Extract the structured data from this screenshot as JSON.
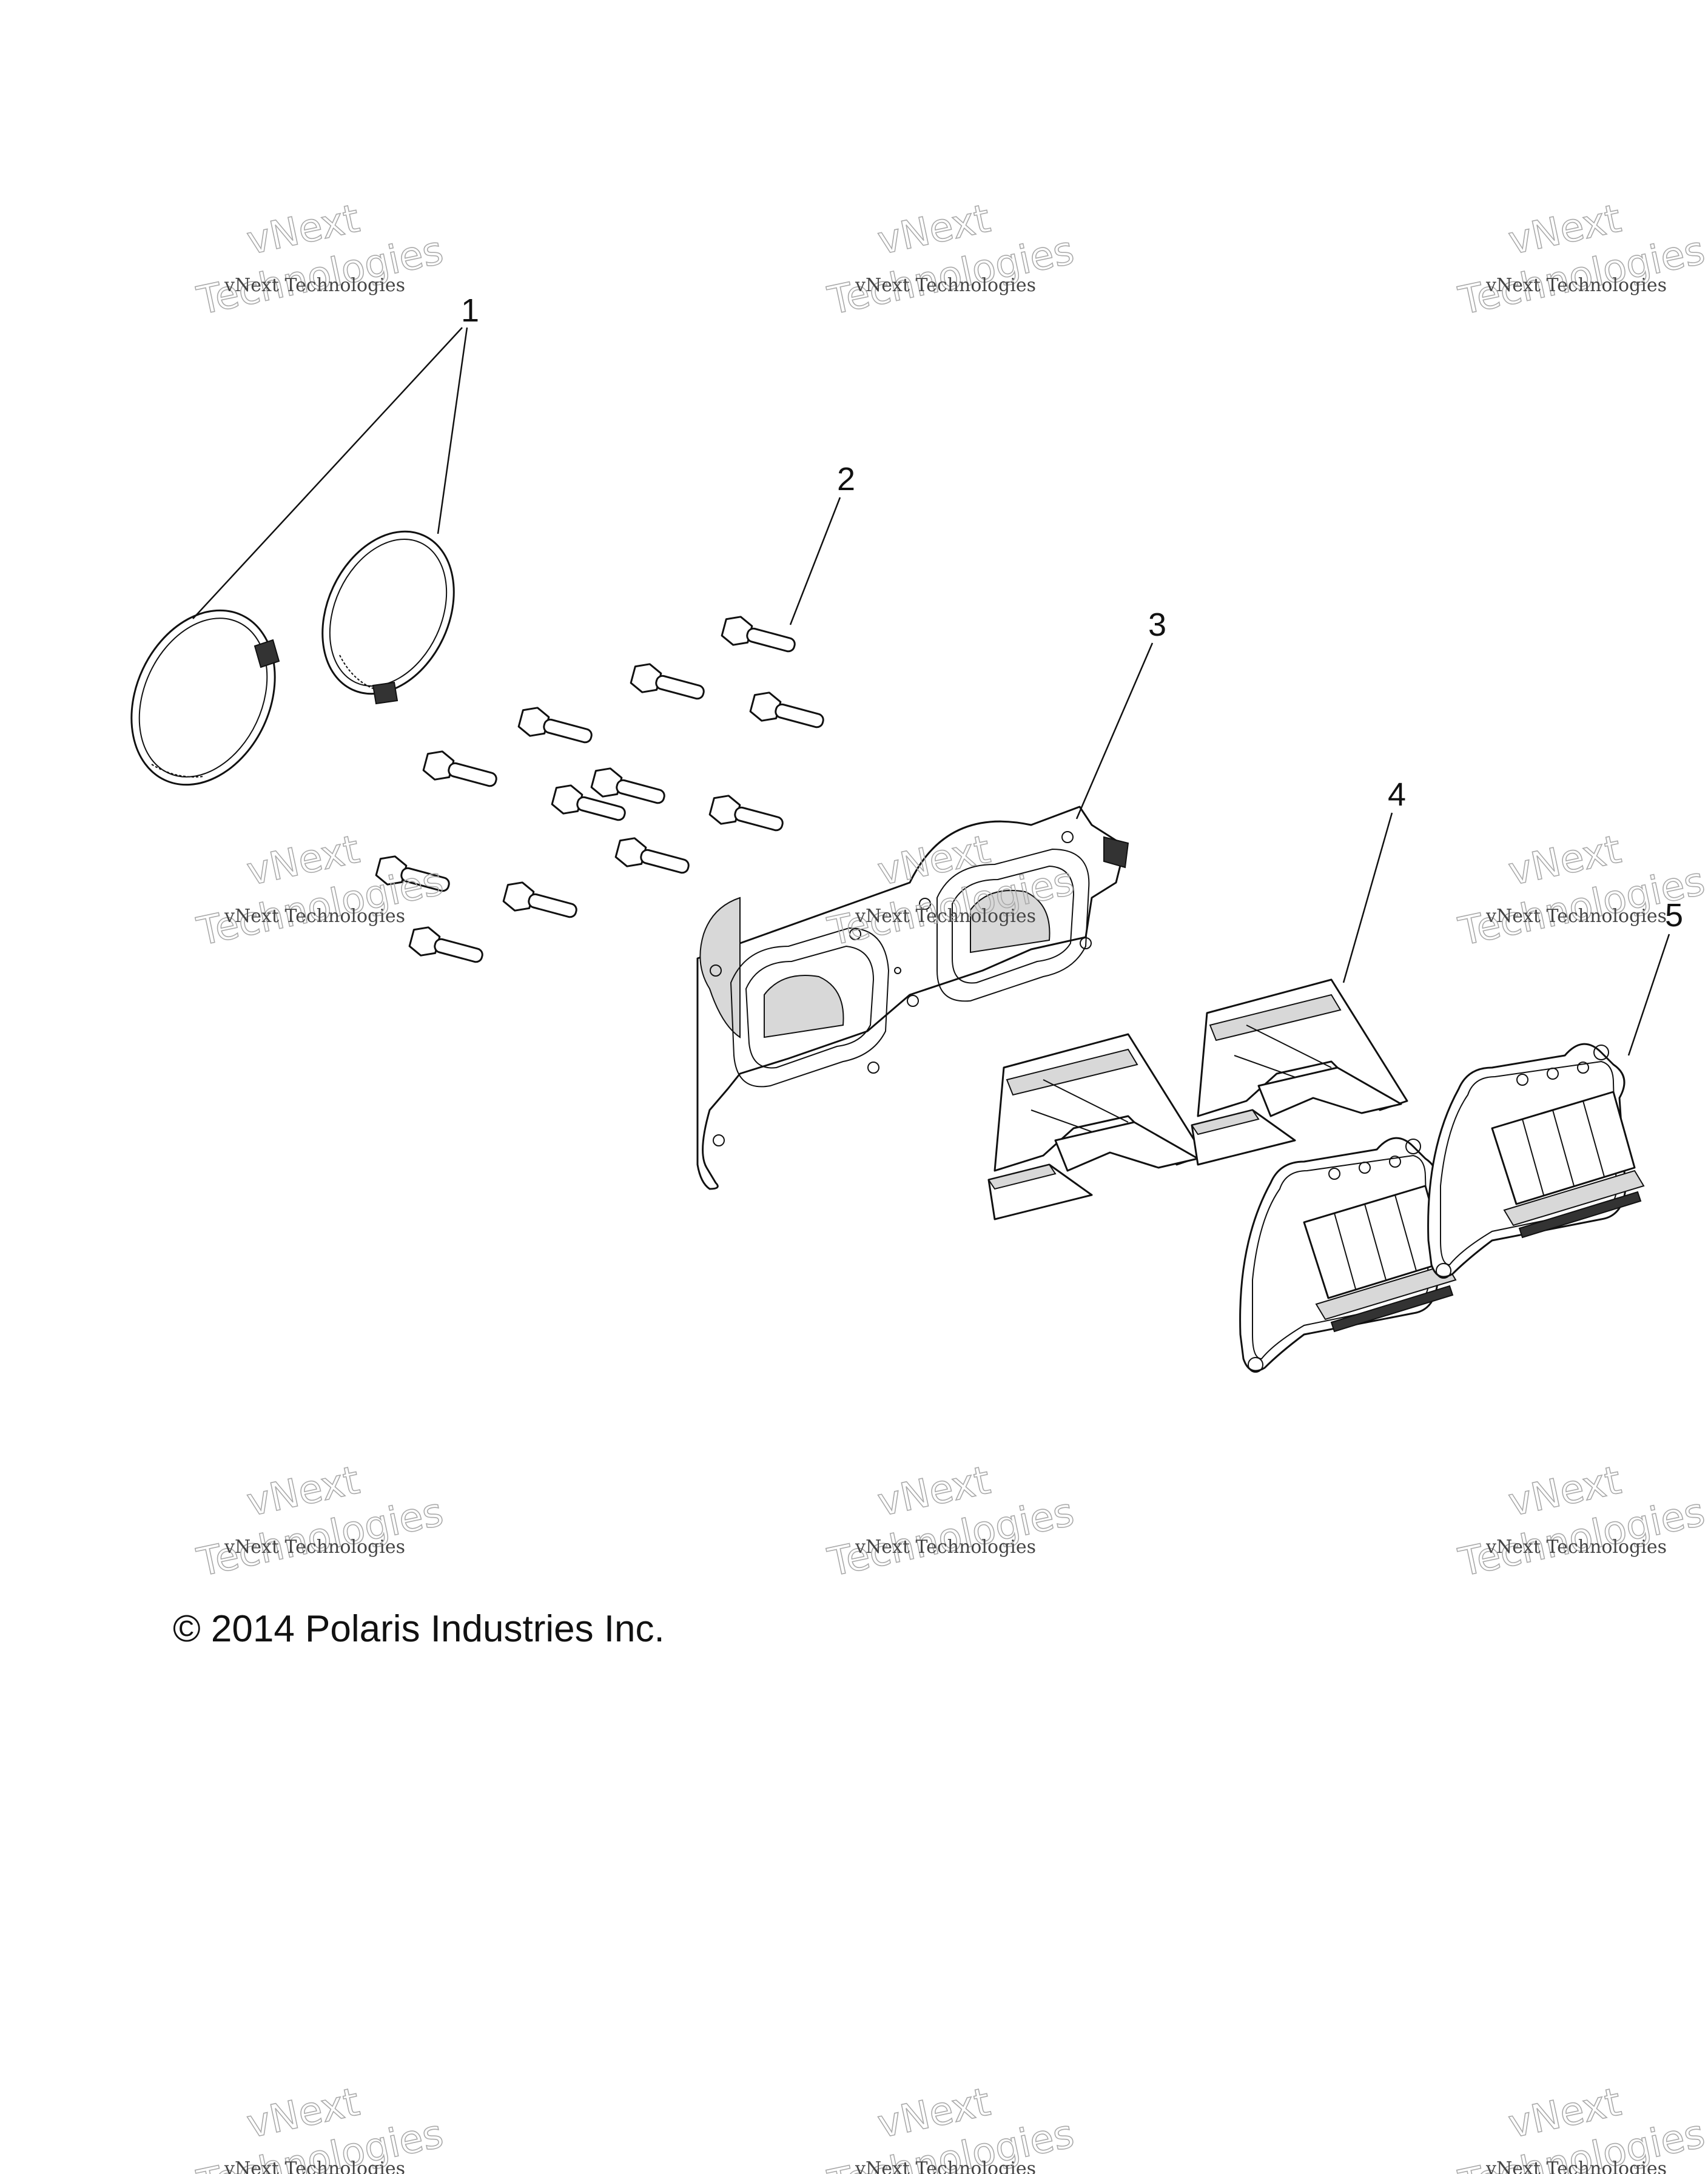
{
  "watermark": {
    "line1": "vNext Technologies",
    "line2": "Technologies",
    "overlay": "vNext"
  },
  "callouts": [
    "1",
    "2",
    "3",
    "4",
    "5"
  ],
  "copyright": "© 2014 Polaris Industries Inc."
}
